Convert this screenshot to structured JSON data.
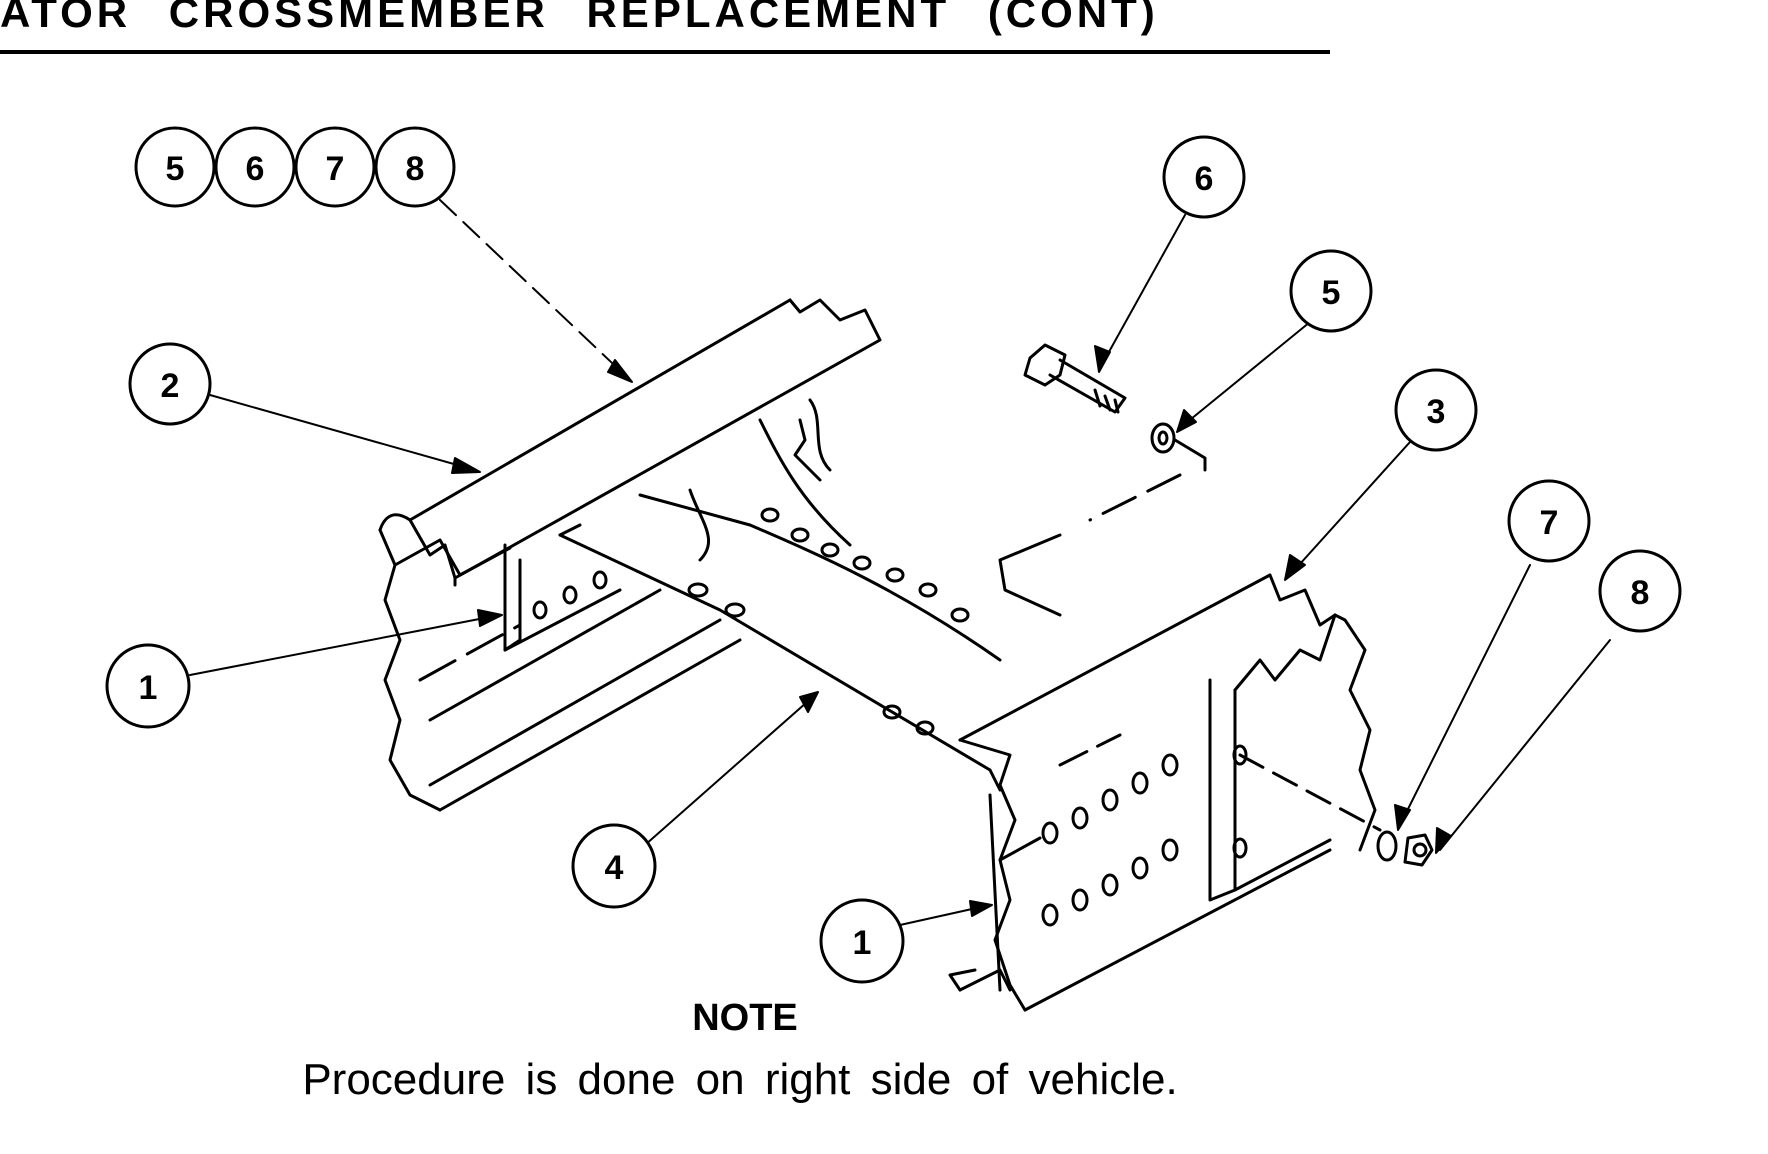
{
  "header": {
    "title": "ATOR CROSSMEMBER REPLACEMENT (CONT)"
  },
  "callouts": {
    "group_5": "5",
    "group_6": "6",
    "group_7": "7",
    "group_8": "8",
    "c2": "2",
    "c1_left": "1",
    "c4": "4",
    "c1_bottom": "1",
    "c6": "6",
    "c5": "5",
    "c3": "3",
    "c7": "7",
    "c8": "8"
  },
  "note": {
    "heading": "NOTE",
    "text": "Procedure is done on right side of vehicle."
  }
}
